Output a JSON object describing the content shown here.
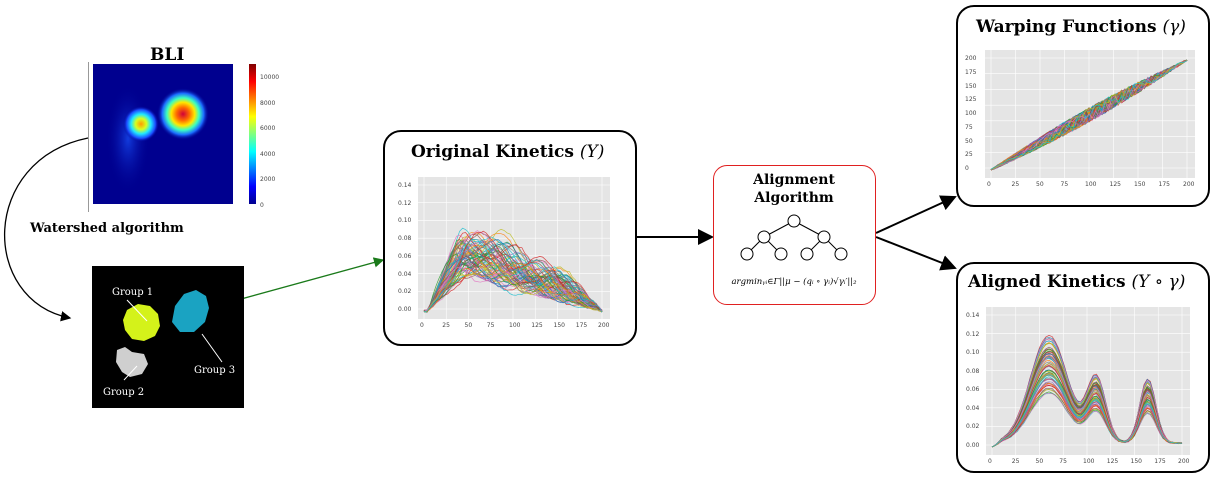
{
  "bli": {
    "title": "BLI",
    "colorbar_ticks": [
      "10000",
      "8000",
      "6000",
      "4000",
      "2000",
      "0"
    ]
  },
  "watershed_label": "Watershed algorithm",
  "segmentation": {
    "groups": [
      "Group 1",
      "Group 2",
      "Group 3"
    ],
    "colors": {
      "group1": "#d4f21a",
      "group2": "#cfcfcf",
      "group3": "#1aa3c2"
    }
  },
  "original_kinetics": {
    "title_text": "Original Kinetics ",
    "title_math": "(Y)",
    "y_ticks": [
      "0.14",
      "0.12",
      "0.10",
      "0.08",
      "0.06",
      "0.04",
      "0.02",
      "0.00"
    ],
    "x_ticks": [
      "0",
      "25",
      "50",
      "75",
      "100",
      "125",
      "150",
      "175",
      "200"
    ]
  },
  "alignment": {
    "title_line1": "Alignment",
    "title_line2": "Algorithm",
    "formula": "argminᵧᵢ∈Γ||μ − (qᵢ ∘ γᵢ)√γᵢ′||₂",
    "border_color": "#e02020"
  },
  "warping": {
    "title_text": "Warping Functions ",
    "title_math": "(γ)",
    "y_ticks": [
      "200",
      "175",
      "150",
      "125",
      "100",
      "75",
      "50",
      "25",
      "0"
    ],
    "x_ticks": [
      "0",
      "25",
      "50",
      "75",
      "100",
      "125",
      "150",
      "175",
      "200"
    ]
  },
  "aligned_kinetics": {
    "title_text": "Aligned Kinetics ",
    "title_math": "(Y ∘ γ)",
    "y_ticks": [
      "0.14",
      "0.12",
      "0.10",
      "0.08",
      "0.06",
      "0.04",
      "0.02",
      "0.00"
    ],
    "x_ticks": [
      "0",
      "25",
      "50",
      "75",
      "100",
      "125",
      "150",
      "175",
      "200"
    ]
  },
  "palette": [
    "#1f77b4",
    "#ff7f0e",
    "#2ca02c",
    "#d62728",
    "#9467bd",
    "#8c564b",
    "#e377c2",
    "#7f7f7f",
    "#bcbd22",
    "#17becf"
  ]
}
